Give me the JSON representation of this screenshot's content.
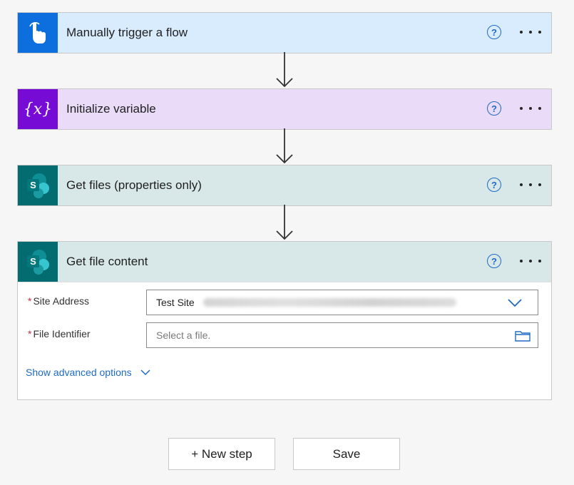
{
  "steps": [
    {
      "title": "Manually trigger a flow",
      "header_color": "#d9ecfd",
      "icon_color": "#0d6fde",
      "icon": "touch-icon"
    },
    {
      "title": "Initialize variable",
      "header_color": "#eadcf8",
      "icon_color": "#770bd6",
      "icon": "variable-icon"
    },
    {
      "title": "Get files (properties only)",
      "header_color": "#d8e8e8",
      "icon_color": "#036c70",
      "icon": "sharepoint-icon"
    },
    {
      "title": "Get file content",
      "header_color": "#d8e8e8",
      "icon_color": "#036c70",
      "icon": "sharepoint-icon"
    }
  ],
  "variable_icon_glyph": "{x}",
  "sharepoint_letter": "S",
  "form": {
    "required_mark": "*",
    "site_address_label": "Site Address",
    "site_address_value": "Test Site",
    "file_identifier_label": "File Identifier",
    "file_identifier_placeholder": "Select a file.",
    "advanced_label": "Show advanced options"
  },
  "buttons": {
    "new_step": "+ New step",
    "save": "Save"
  },
  "accent_color": "#1f6ac4"
}
